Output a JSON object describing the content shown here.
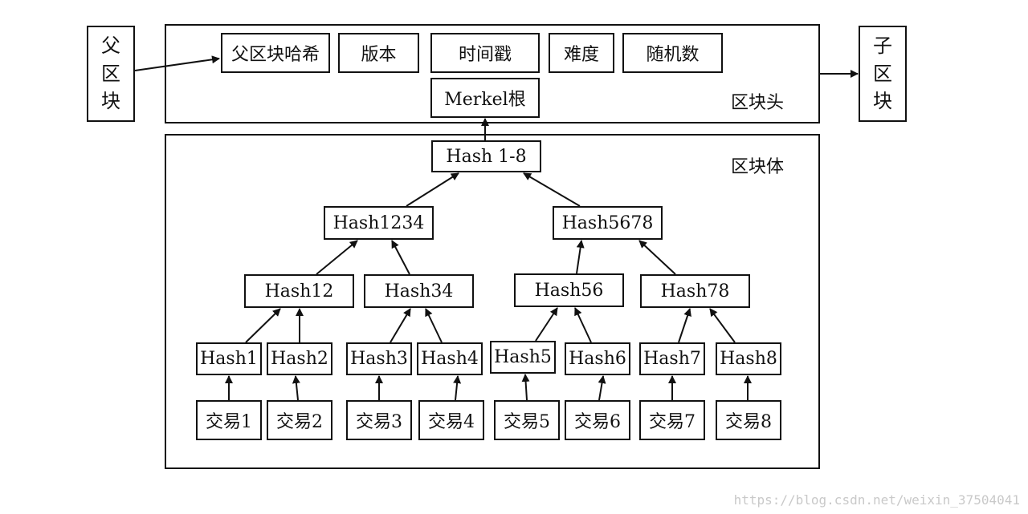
{
  "parent_block": [
    "父",
    "区",
    "块"
  ],
  "child_block": [
    "子",
    "区",
    "块"
  ],
  "header": {
    "label": "区块头",
    "fields": {
      "prev_hash": "父区块哈希",
      "version": "版本",
      "timestamp": "时间戳",
      "difficulty": "难度",
      "nonce": "随机数"
    },
    "merkle_root": "Merkel根"
  },
  "body": {
    "label": "区块体",
    "root": "Hash 1-8",
    "level2": [
      "Hash1234",
      "Hash5678"
    ],
    "level3": [
      "Hash12",
      "Hash34",
      "Hash56",
      "Hash78"
    ],
    "leaves": [
      "Hash1",
      "Hash2",
      "Hash3",
      "Hash4",
      "Hash5",
      "Hash6",
      "Hash7",
      "Hash8"
    ],
    "transactions": [
      "交易1",
      "交易2",
      "交易3",
      "交易4",
      "交易5",
      "交易6",
      "交易7",
      "交易8"
    ]
  },
  "watermark": "https://blog.csdn.net/weixin_37504041"
}
